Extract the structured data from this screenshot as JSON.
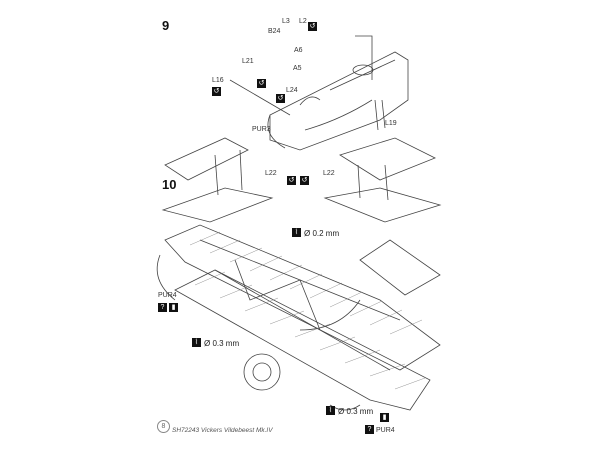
{
  "steps": {
    "step9": "9",
    "step10": "10"
  },
  "parts": {
    "L3": "L3",
    "L2": "L2",
    "B24": "B24",
    "A6": "A6",
    "A5": "A5",
    "L21": "L21",
    "L16": "L16",
    "L24": "L24",
    "PUR3": "PUR3",
    "L19": "L19",
    "L22a": "L22",
    "L22b": "L22",
    "PUR4a": "PUR4",
    "PUR4b": "PUR4"
  },
  "dimensions": {
    "d1": "Ø 0.2 mm",
    "d2": "Ø 0.3 mm",
    "d3": "Ø 0.3 mm"
  },
  "footer": {
    "page": "8",
    "title": "SH72243 Vickers Vildebeest Mk.IV"
  }
}
